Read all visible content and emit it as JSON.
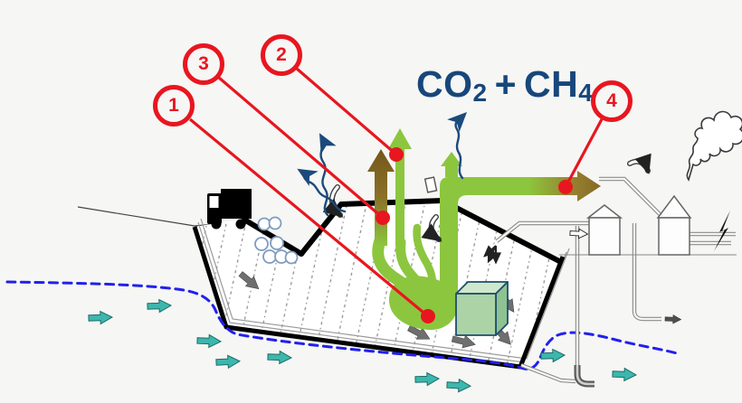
{
  "formula": {
    "term1": "CO",
    "term1_sub": "2",
    "operator": "+",
    "term2": "CH",
    "term2_sub": "4"
  },
  "callouts": [
    {
      "label": "1"
    },
    {
      "label": "2"
    },
    {
      "label": "3"
    },
    {
      "label": "4"
    }
  ],
  "colors": {
    "red": "#e8161f",
    "green": "#8cc63e",
    "brown": "#8a6c28",
    "navy": "#17477b",
    "teal": "#3cb7ad",
    "water": "#2220ee",
    "ink": "#222222",
    "bg": "#f6f6f4"
  },
  "icons": [
    "garbage-truck-icon",
    "waste-bales-icon",
    "landfill-liner",
    "landfill-cap",
    "groundwater-table-line",
    "groundwater-flow-arrow",
    "leachate-flow-arrow",
    "gas-emission-arrow",
    "gas-vent-arrow",
    "gas-extraction-pipe",
    "gas-collection-cube",
    "fugitive-emission-arrow",
    "treatment-building",
    "flare-stack-icon",
    "smoke-plume-icon"
  ]
}
